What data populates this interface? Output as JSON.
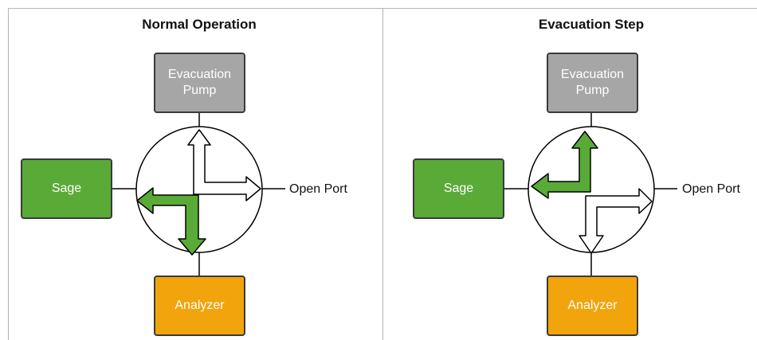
{
  "panels": [
    {
      "title": "Normal Operation",
      "pump_label_1": "Evacuation",
      "pump_label_2": "Pump",
      "sage_label": "Sage",
      "analyzer_label": "Analyzer",
      "open_port_label": "Open Port"
    },
    {
      "title": "Evacuation Step",
      "pump_label_1": "Evacuation",
      "pump_label_2": "Pump",
      "sage_label": "Sage",
      "analyzer_label": "Analyzer",
      "open_port_label": "Open Port"
    }
  ],
  "colors": {
    "pump": "#a6a6a6",
    "sage": "#5aaa37",
    "analyzer": "#f2a40c",
    "arrow_active": "#5aaa37",
    "arrow_inactive": "#ffffff"
  }
}
